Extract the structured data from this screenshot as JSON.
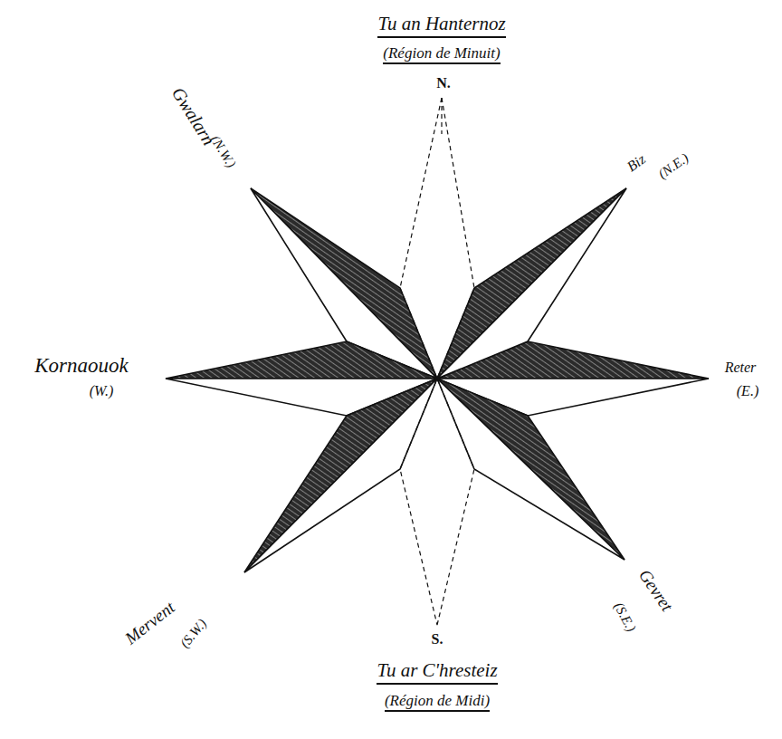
{
  "diagram": {
    "labels": [
      "Tu an Hanternoz",
      "(Région de Minuit)",
      "N.",
      "Gwalarn",
      "(N.W.)",
      "Biz",
      "(N.E.)",
      "Kornaouok",
      "(W.)",
      "Reter",
      "(E.)",
      "Mervent",
      "(S.W.)",
      "Gevret",
      "(S.E.)",
      "S.",
      "Tu ar C'hresteiz",
      "(Région de Midi)"
    ]
  }
}
